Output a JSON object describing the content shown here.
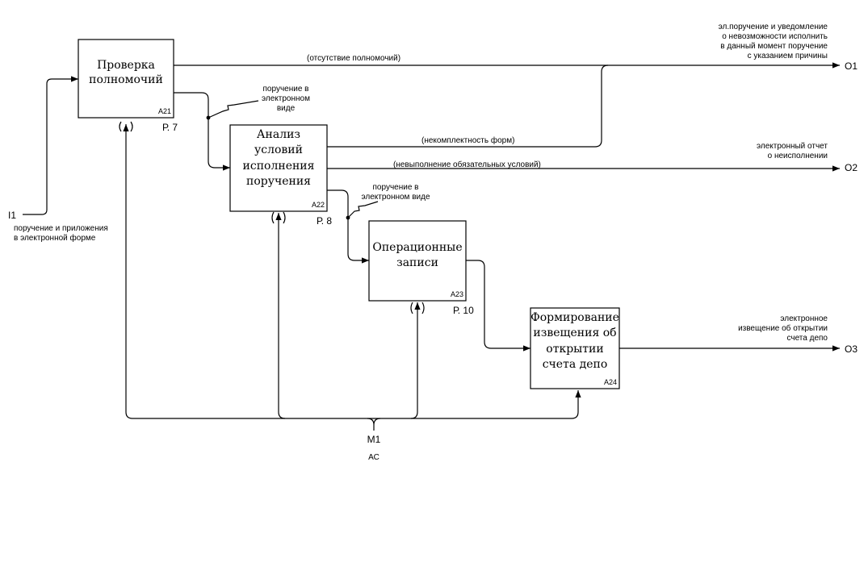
{
  "boxes": [
    {
      "id": "A21",
      "title": [
        "Проверка",
        "полномочий"
      ],
      "ref": "Р. 7"
    },
    {
      "id": "A22",
      "title": [
        "Анализ",
        "условий",
        "исполнения",
        "поручения"
      ],
      "ref": "Р. 8"
    },
    {
      "id": "A23",
      "title": [
        "Операционные",
        "записи"
      ],
      "ref": "Р. 10"
    },
    {
      "id": "A24",
      "title": [
        "Формирование",
        "извещения об",
        "открытии",
        "счета депо"
      ],
      "ref": ""
    }
  ],
  "inputs": [
    {
      "code": "I1",
      "label": [
        "поручение и приложения",
        "в электронной форме"
      ]
    }
  ],
  "outputs": [
    {
      "code": "O1",
      "label": [
        "эл.поручение и уведомление",
        "о невозможности исполнить",
        "в данный момент поручение",
        "с указанием причины"
      ]
    },
    {
      "code": "O2",
      "label": [
        "электронный отчет",
        "о неисполнении"
      ]
    },
    {
      "code": "O3",
      "label": [
        "электронное",
        "извещение об открытии",
        "счета депо"
      ]
    }
  ],
  "mechanisms": [
    {
      "code": "M1",
      "label": "АС"
    }
  ],
  "arrow_labels": {
    "no_authority": "(отсутствие полномочий)",
    "incomplete_forms": "(некомплектность форм)",
    "conditions_failed": "(невыполнение обязательных условий)",
    "order_electronic_1": [
      "поручение в",
      "электронном",
      "виде"
    ],
    "order_electronic_2": [
      "поручение в",
      "электронном виде"
    ]
  }
}
